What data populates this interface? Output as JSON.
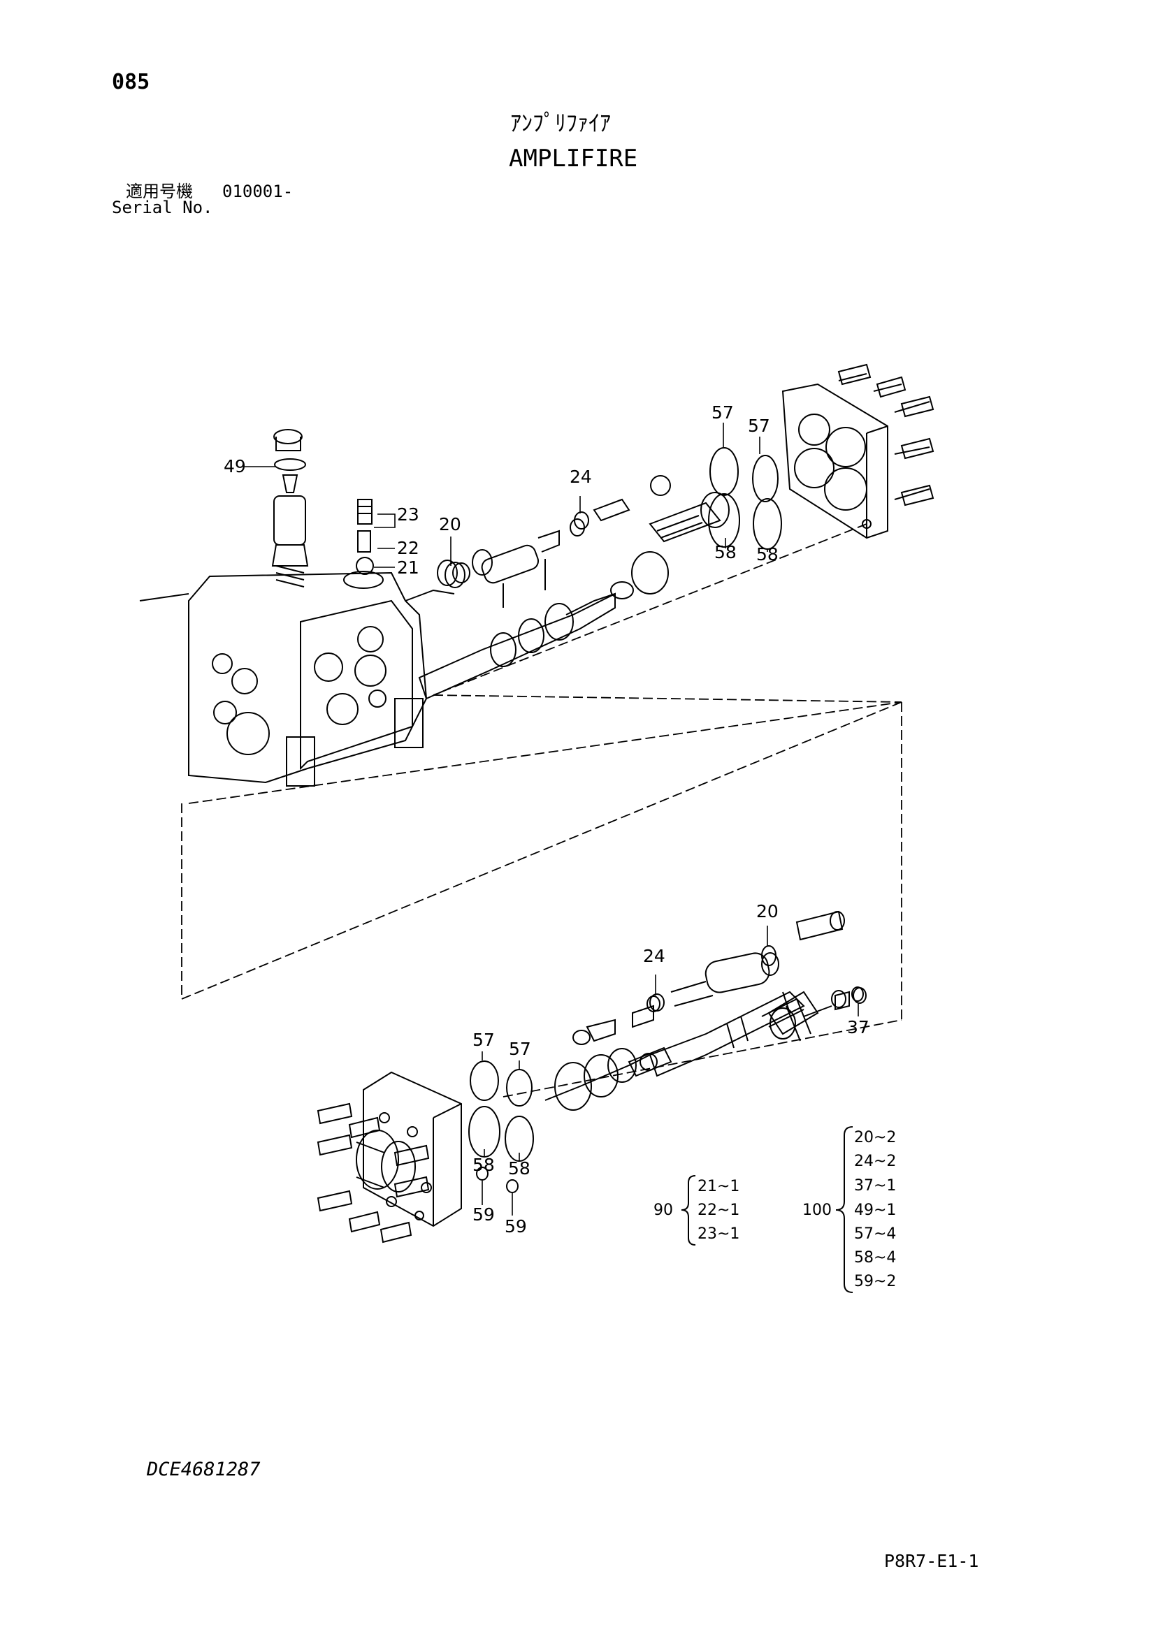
{
  "page_number": "085",
  "title_jp": "ｱﾝﾌﾟﾘﾌｧｲｱ",
  "title_en": "AMPLIFIRE",
  "serial": {
    "label_jp": "適用号機",
    "value": "010001-",
    "label_en": "Serial No."
  },
  "callouts_upper": [
    "49",
    "23",
    "22",
    "21",
    "20",
    "24",
    "57",
    "57",
    "58",
    "58"
  ],
  "callouts_lower": [
    "20",
    "24",
    "37",
    "57",
    "57",
    "58",
    "58",
    "59",
    "59"
  ],
  "kit_90": {
    "id": "90",
    "items": [
      "21~1",
      "22~1",
      "23~1"
    ]
  },
  "kit_100": {
    "id": "100",
    "items": [
      "20~2",
      "24~2",
      "37~1",
      "49~1",
      "57~4",
      "58~4",
      "59~2"
    ]
  },
  "drawing_code": "DCE4681287",
  "page_code": "P8R7-E1-1"
}
